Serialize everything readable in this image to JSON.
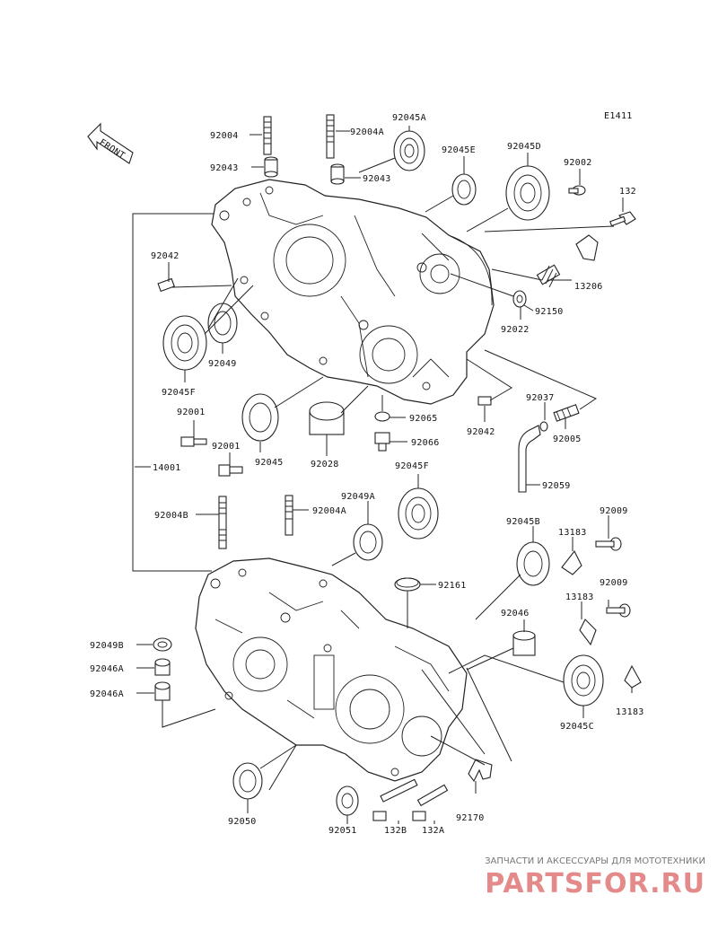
{
  "diagram": {
    "code": "E1411",
    "front_label": "FRONT",
    "labels": {
      "p92004_top": "92004",
      "p92004A_top": "92004A",
      "p92045A": "92045A",
      "p92043_l": "92043",
      "p92043_r": "92043",
      "p92045E": "92045E",
      "p92045D": "92045D",
      "p92002": "92002",
      "p132": "132",
      "p92042_top": "92042",
      "p13206": "13206",
      "p92049": "92049",
      "p92150": "92150",
      "p92022": "92022",
      "p92045F_l": "92045F",
      "p92037": "92037",
      "p92001_a": "92001",
      "p92065": "92065",
      "p92042_mid": "92042",
      "p92005": "92005",
      "p92001_b": "92001",
      "p92066": "92066",
      "p92045": "92045",
      "p92028": "92028",
      "p14001": "14001",
      "p92045F_r": "92045F",
      "p92059": "92059",
      "p92004B": "92004B",
      "p92004A_bot": "92004A",
      "p92049A": "92049A",
      "p92045B": "92045B",
      "p92009_a": "92009",
      "p13183_a": "13183",
      "p92161": "92161",
      "p92009_b": "92009",
      "p13183_b": "13183",
      "p92046": "92046",
      "p92049B": "92049B",
      "p92046A_a": "92046A",
      "p92046A_b": "92046A",
      "p13183_c": "13183",
      "p92045C": "92045C",
      "p92170": "92170",
      "p92050": "92050",
      "p92051": "92051",
      "p132B": "132B",
      "p132A": "132A"
    }
  },
  "watermark": {
    "tagline": "ЗАПЧАСТИ И АКСЕССУАРЫ ДЛЯ МОТОТЕХНИКИ",
    "brand": "PARTSFOR.RU"
  }
}
